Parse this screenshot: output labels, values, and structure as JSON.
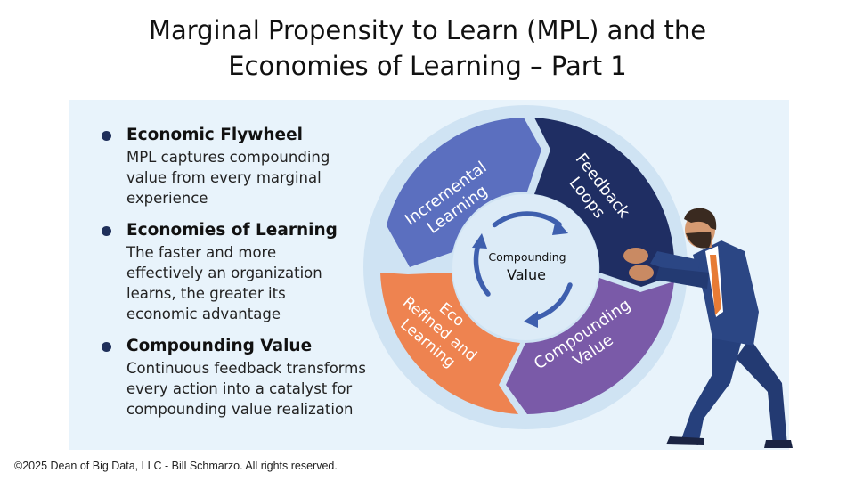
{
  "title": {
    "line1": "Marginal Propensity to Learn (MPL) and the",
    "line2": "Economies of Learning – Part 1"
  },
  "bullets": [
    {
      "heading": "Economic Flywheel",
      "lines": [
        "MPL captures compounding",
        "value from every marginal",
        "experience"
      ]
    },
    {
      "heading": "Economies of Learning",
      "lines": [
        "The faster and more",
        "effectively an organization",
        "learns, the greater its",
        "economic advantage"
      ]
    },
    {
      "heading": "Compounding Value",
      "lines": [
        "Continuous feedback transforms",
        "every action into a catalyst for",
        "compounding value realization"
      ]
    }
  ],
  "wheel": {
    "segments": [
      {
        "lines": [
          "Incremental",
          "Learning"
        ],
        "color": "#5b6fbf"
      },
      {
        "lines": [
          "Feedback",
          "Loops"
        ],
        "color": "#1f2e63"
      },
      {
        "lines": [
          "Compounding",
          "Value"
        ],
        "color": "#7a5aa8"
      },
      {
        "lines": [
          "Eco",
          "Refined and",
          "Learning"
        ],
        "color": "#ee8350"
      }
    ],
    "center_top": "Compounding",
    "center_bottom": "Value",
    "arrow_color": "#3e5fae"
  },
  "footer": "©2025 Dean of Big Data, LLC - Bill Schmarzo. All rights reserved."
}
